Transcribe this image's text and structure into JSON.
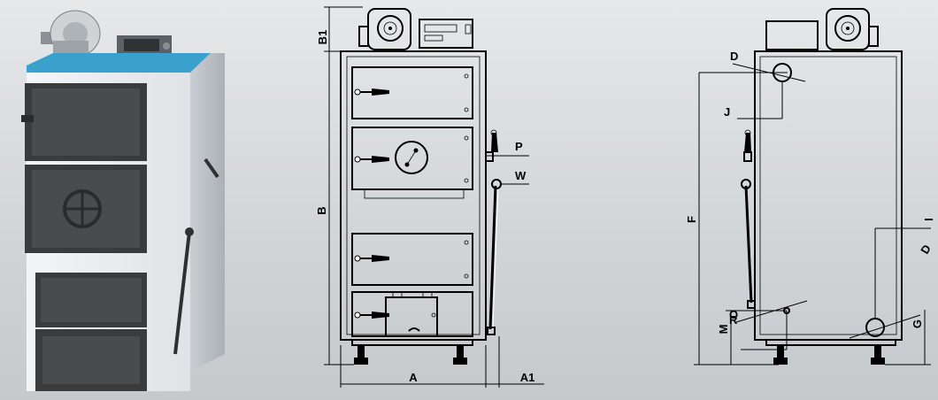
{
  "labels": {
    "b1": "B1",
    "b": "B",
    "a": "A",
    "a1": "A1",
    "p": "P",
    "w": "W",
    "d_top": "D",
    "j": "J",
    "f": "F",
    "i": "I",
    "d_bottom": "D",
    "r": "R",
    "o": "O",
    "m": "M",
    "g": "G"
  },
  "colors": {
    "background": "#d8dbde",
    "boiler_body": "#e9ecef",
    "boiler_top": "#3aa0cc",
    "doors": "#3a3b3c",
    "line": "#000000"
  }
}
